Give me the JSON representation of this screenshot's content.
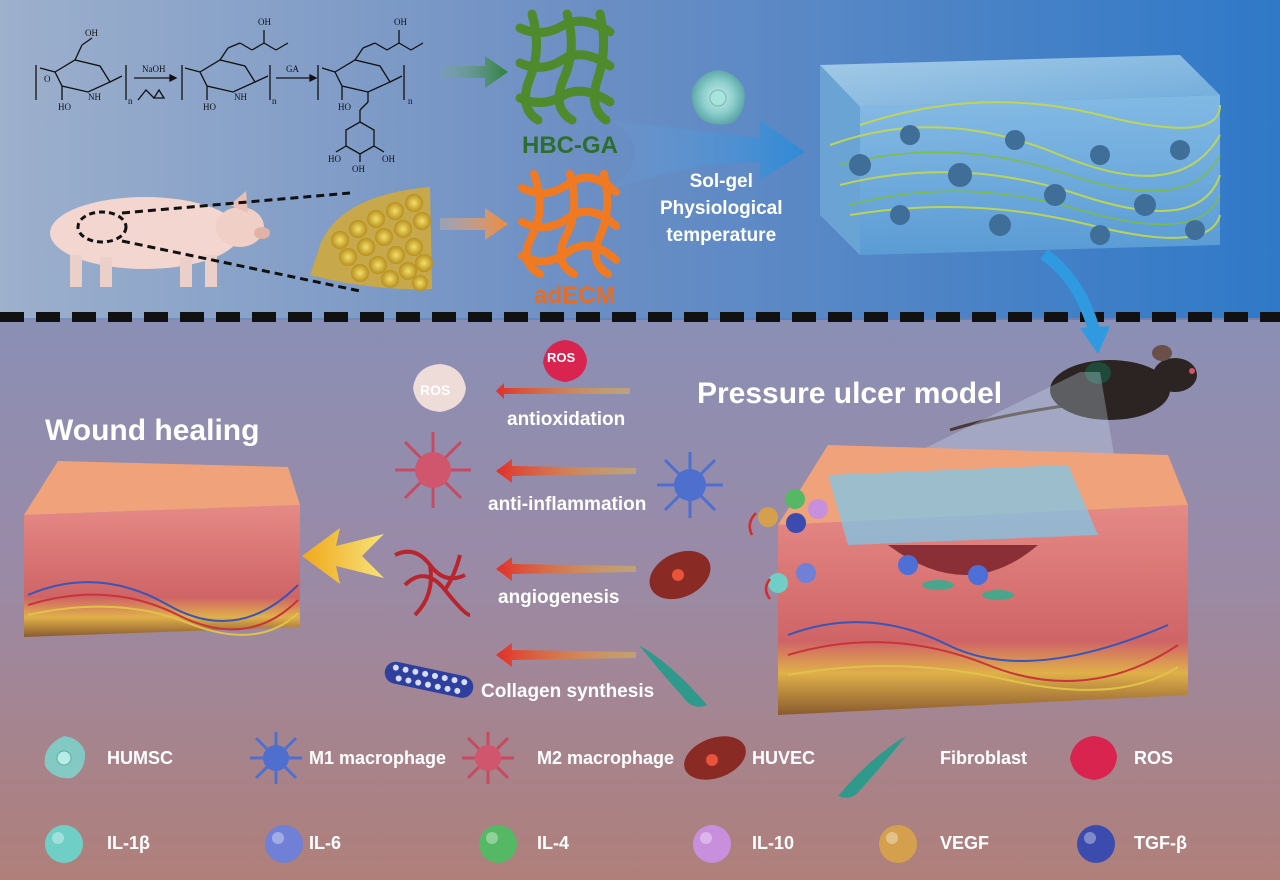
{
  "top": {
    "reaction": {
      "reagent1": "NaOH",
      "reagent2": "GA",
      "sub_n": "n",
      "nh2": "NH",
      "oh": "OH",
      "o": "O",
      "ho": "HO"
    },
    "hbc_ga_label": "HBC-GA",
    "adecm_label": "adECM",
    "sol_gel_line1": "Sol-gel",
    "sol_gel_line2": "Physiological",
    "sol_gel_line3": "temperature"
  },
  "bottom": {
    "wound_healing": "Wound healing",
    "pressure_ulcer_model": "Pressure ulcer model",
    "ros_small": "ROS",
    "ros_top": "ROS",
    "mechanisms": [
      {
        "label": "antioxidation"
      },
      {
        "label": "anti-inflammation"
      },
      {
        "label": "angiogenesis"
      },
      {
        "label": "Collagen synthesis"
      }
    ]
  },
  "legend": {
    "row1": [
      {
        "label": "HUMSC",
        "icon": "humsc-icon",
        "color": "#7fd0c9"
      },
      {
        "label": "M1 macrophage",
        "icon": "m1-macrophage-icon",
        "color": "#4f6fcf"
      },
      {
        "label": "M2 macrophage",
        "icon": "m2-macrophage-icon",
        "color": "#d0566e"
      },
      {
        "label": "HUVEC",
        "icon": "huvec-icon",
        "color": "#8a2a24"
      },
      {
        "label": "Fibroblast",
        "icon": "fibroblast-icon",
        "color": "#2f9a8c"
      },
      {
        "label": "ROS",
        "icon": "ros-icon",
        "color": "#d8244f"
      }
    ],
    "row2": [
      {
        "label": "IL-1β",
        "icon": "il1b-sphere-icon",
        "color": "#6fcfc6"
      },
      {
        "label": "IL-6",
        "icon": "il6-sphere-icon",
        "color": "#7080d6"
      },
      {
        "label": "IL-4",
        "icon": "il4-sphere-icon",
        "color": "#55b865"
      },
      {
        "label": "IL-10",
        "icon": "il10-sphere-icon",
        "color": "#c890dc"
      },
      {
        "label": "VEGF",
        "icon": "vegf-sphere-icon",
        "color": "#d4a04e"
      },
      {
        "label": "TGF-β",
        "icon": "tgfb-sphere-icon",
        "color": "#3b4cae"
      }
    ]
  }
}
